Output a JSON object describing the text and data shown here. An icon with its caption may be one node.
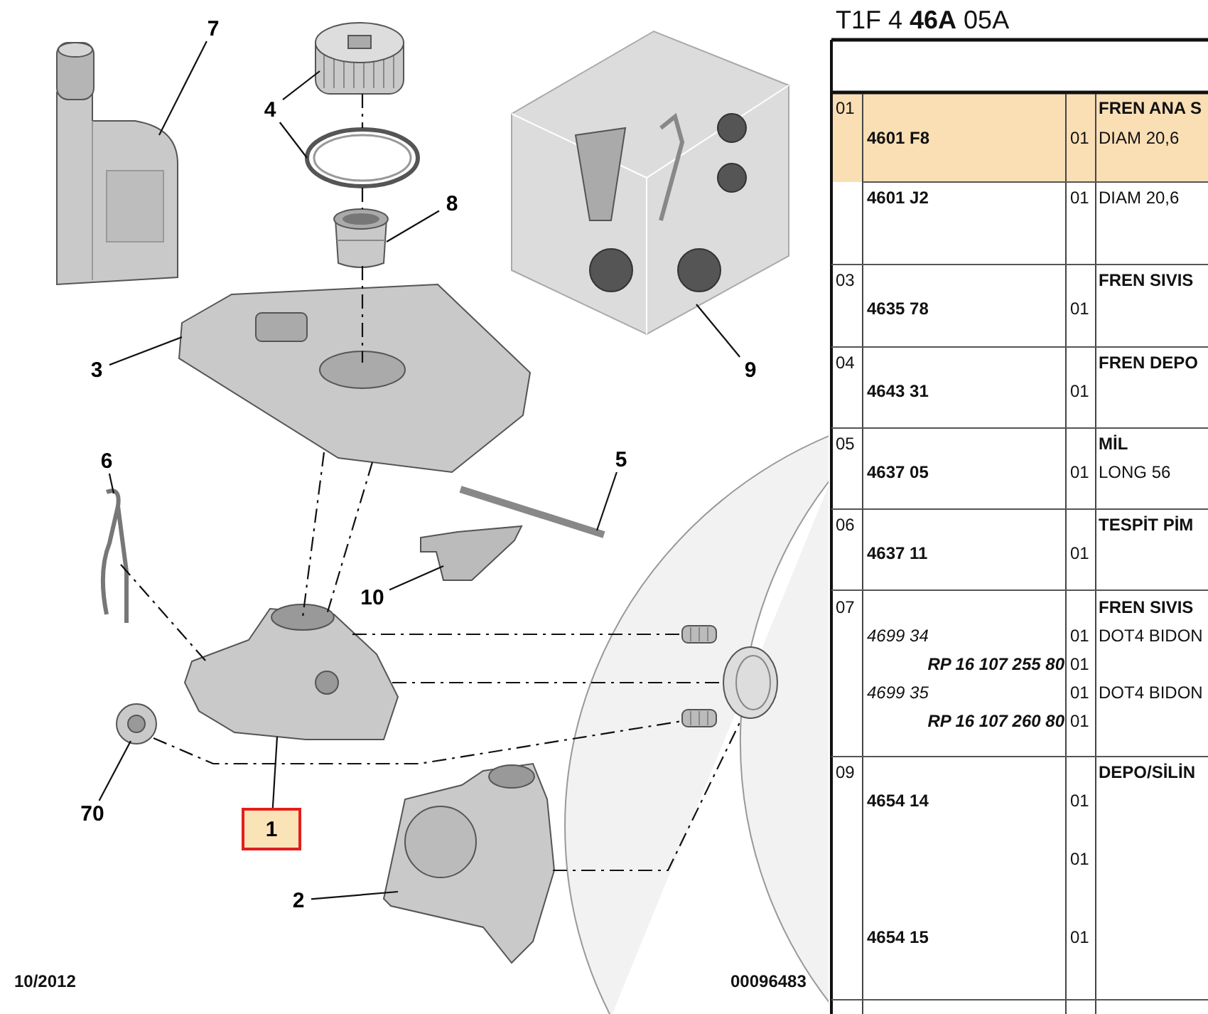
{
  "diagram": {
    "title": "T1F 4 **46A** 05A",
    "nodes": [
      {
        "text": [
          "7"
        ]
      },
      {
        "text": [],
        "shape": "picture"
      },
      {
        "text": [
          "4"
        ]
      },
      {
        "text": [],
        "shape": "picture"
      },
      {
        "text": [],
        "shape": "picture"
      },
      {
        "text": [
          "8"
        ]
      },
      {
        "text": [],
        "shape": "picture"
      },
      {
        "text": [
          "3"
        ]
      },
      {
        "text": [],
        "shape": "picture"
      },
      {
        "text": [
          "9"
        ]
      },
      {
        "text": [],
        "shape": "picture"
      },
      {
        "text": [
          "6"
        ]
      },
      {
        "text": [],
        "shape": "picture"
      },
      {
        "text": [
          "5"
        ]
      },
      {
        "text": [],
        "shape": "picture"
      },
      {
        "text": [
          "10"
        ]
      },
      {
        "text": [],
        "shape": "picture"
      },
      {
        "text": [
          "70"
        ]
      },
      {
        "text": [],
        "shape": "picture"
      },
      {
        "text": [
          "1"
        ]
      },
      {
        "text": [],
        "shape": "picture"
      },
      {
        "text": [
          "2"
        ]
      },
      {
        "text": [],
        "shape": "picture"
      },
      {
        "text": [],
        "shape": "picture"
      },
      {
        "text": [],
        "shape": "picture"
      },
      {
        "text": [],
        "shape": "picture"
      }
    ],
    "edges": [
      {
        "from": 0,
        "to": 1,
        "arrow": "none"
      },
      {
        "from": 2,
        "to": 3,
        "arrow": "none"
      },
      {
        "from": 2,
        "to": 4,
        "arrow": "none"
      },
      {
        "from": 5,
        "to": 6,
        "arrow": "none"
      },
      {
        "from": 7,
        "to": 8,
        "arrow": "none"
      },
      {
        "from": 9,
        "to": 10,
        "arrow": "none"
      },
      {
        "from": 11,
        "to": 12,
        "arrow": "none"
      },
      {
        "from": 13,
        "to": 14,
        "arrow": "none"
      },
      {
        "from": 15,
        "to": 16,
        "arrow": "none"
      },
      {
        "from": 17,
        "to": 18,
        "arrow": "none"
      },
      {
        "from": 19,
        "to": 20,
        "arrow": "none"
      },
      {
        "from": 21,
        "to": 22,
        "arrow": "none"
      },
      {
        "from": 3,
        "to": 4,
        "arrow": "none",
        "style": "dashed"
      },
      {
        "from": 4,
        "to": 6,
        "arrow": "none",
        "style": "dashed"
      },
      {
        "from": 6,
        "to": 8,
        "arrow": "none",
        "style": "dashed"
      },
      {
        "from": 8,
        "to": 20,
        "arrow": "none",
        "style": "dashed"
      },
      {
        "from": 8,
        "to": 20,
        "arrow": "none",
        "style": "dashed"
      },
      {
        "from": 12,
        "to": 20,
        "arrow": "none",
        "style": "dashed"
      },
      {
        "from": 20,
        "to": 23,
        "arrow": "none",
        "style": "dashed"
      },
      {
        "from": 20,
        "to": 24,
        "arrow": "none",
        "style": "dashed"
      },
      {
        "from": 18,
        "to": 25,
        "arrow": "none",
        "style": "dashed"
      },
      {
        "from": 22,
        "to": 24,
        "arrow": "none",
        "style": "dashed"
      }
    ],
    "labels": [
      "10/2012",
      "00096483",
      "01",
      "FREN ANA S",
      "4601 F8",
      "01",
      "DIAM 20,6",
      "4601 J2",
      "01",
      "DIAM 20,6",
      "03",
      "FREN SIVIS",
      "4635 78",
      "01",
      "04",
      "FREN DEPO",
      "4643 31",
      "01",
      "05",
      "MİL",
      "4637 05",
      "01",
      "LONG 56",
      "06",
      "TESPİT PİM",
      "4637 11",
      "01",
      "07",
      "FREN SIVIS",
      "4699 34",
      "01",
      "DOT4 BIDON",
      "RP 16 107 255 80",
      "01",
      "4699 35",
      "01",
      "DOT4 BIDON",
      "RP 16 107 260 80",
      "01",
      "09",
      "DEPO/SİLİN",
      "4654 14",
      "01",
      "01",
      "4654 15",
      "01"
    ]
  }
}
